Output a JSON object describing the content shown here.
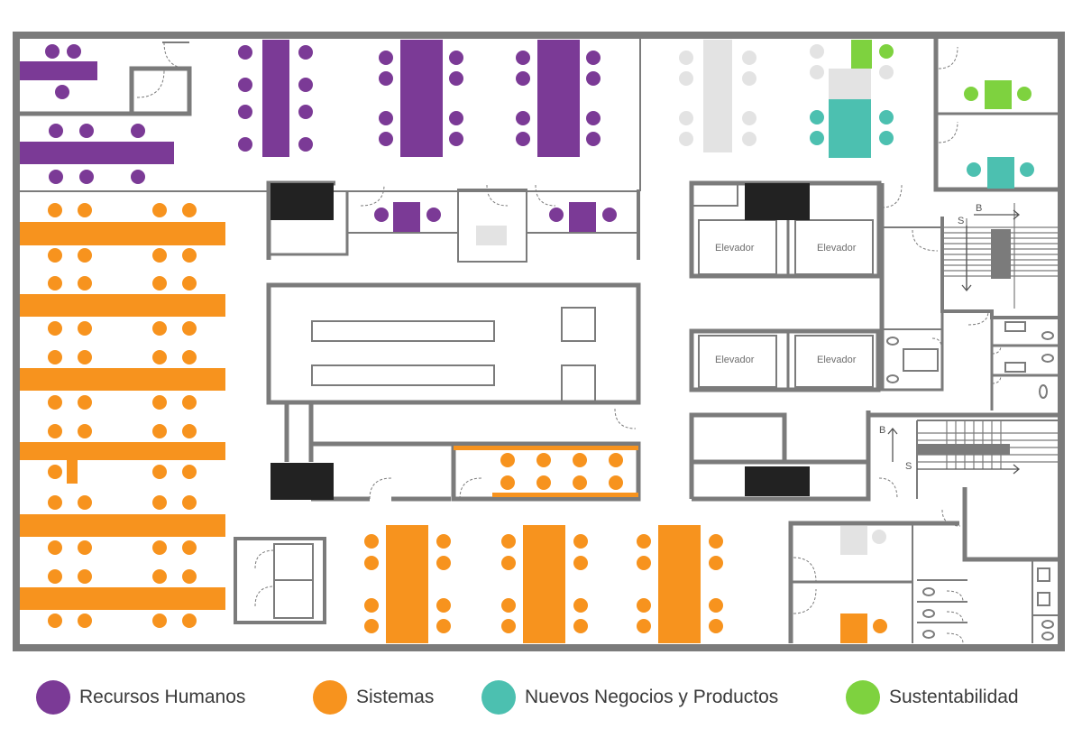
{
  "colors": {
    "recursos_humanos": "#7B3A96",
    "sistemas": "#F7931E",
    "nuevos_negocios": "#4CC0B0",
    "sustentabilidad": "#7ED23F",
    "unassigned": "#E3E3E3",
    "wall": "#7B7B7B",
    "dark_block": "#222222"
  },
  "labels": {
    "elevator": "Elevador",
    "stair_up": "B",
    "stair_down": "S"
  },
  "legend": [
    {
      "key": "recursos_humanos",
      "label": "Recursos Humanos"
    },
    {
      "key": "sistemas",
      "label": "Sistemas"
    },
    {
      "key": "nuevos_negocios",
      "label": "Nuevos Negocios y Productos"
    },
    {
      "key": "sustentabilidad",
      "label": "Sustentabilidad"
    }
  ]
}
